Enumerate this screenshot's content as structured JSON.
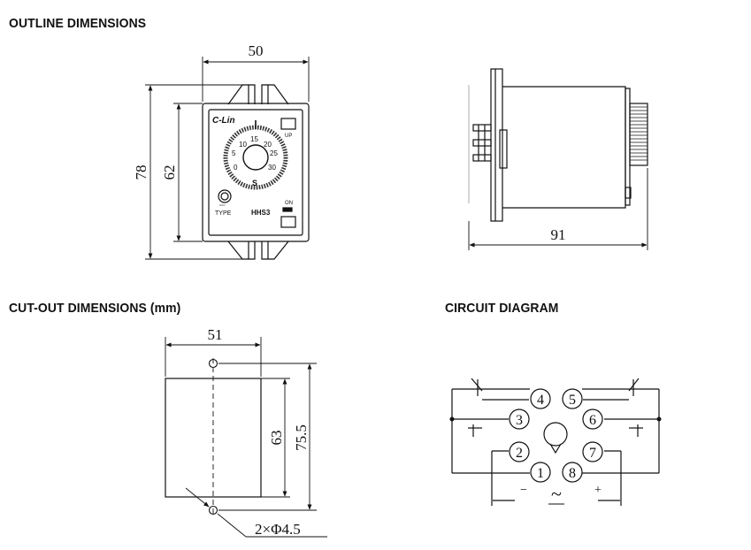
{
  "headings": {
    "outline": "OUTLINE DIMENSIONS",
    "cutout": "CUT-OUT DIMENSIONS (mm)",
    "circuit": "CIRCUIT DIAGRAM"
  },
  "outline": {
    "width_dim": "50",
    "height_dim": "78",
    "inner_height_dim": "62",
    "depth_dim": "91",
    "front_panel": {
      "brand": "C-Lin",
      "dial_numbers": [
        "0",
        "5",
        "10",
        "15",
        "20",
        "25",
        "30"
      ],
      "unit": "S",
      "type_label": "TYPE",
      "model": "HHS3",
      "up_label": "UP",
      "on_label": "ON",
      "cert_label": "CCC"
    }
  },
  "cutout": {
    "width_dim": "51",
    "height_dim": "63",
    "hole_spacing_dim": "75.5",
    "hole_note": "2×Φ4.5"
  },
  "circuit": {
    "pins": [
      "1",
      "2",
      "3",
      "4",
      "5",
      "6",
      "7",
      "8"
    ],
    "minus": "−",
    "plus": "+",
    "ac": "~"
  }
}
